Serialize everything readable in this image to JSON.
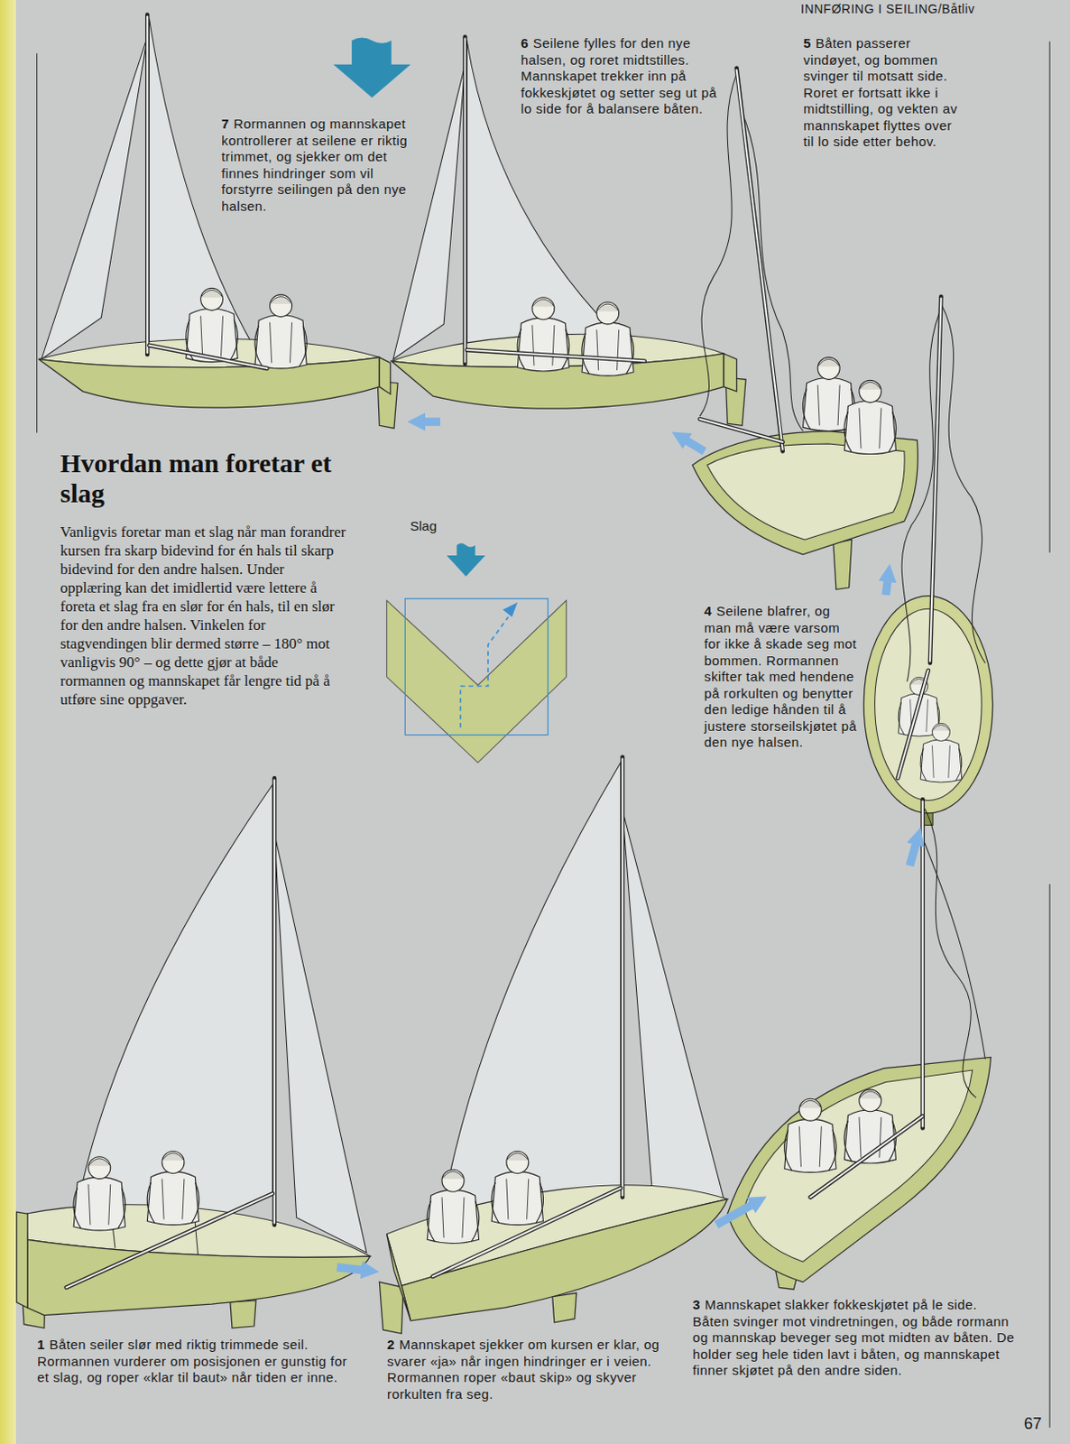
{
  "diagram": {
    "title": "Hvordan man foretar et slag",
    "labels": [
      "INNFØRING I SEILING/Båtliv",
      "7",
      "Rormannen og mannskapet kontrollerer at seilene er riktig trimmet, og sjekker om det finnes hindringer som vil forstyrre seilingen på den nye halsen.",
      "6",
      "Seilene fylles for den nye halsen, og roret midtstilles. Mannskapet trekker inn på fokkeskjøtet og setter seg ut på lo side for å balansere båten.",
      "5",
      "Båten passerer vindøyet, og bommen svinger til motsatt side. Roret er fortsatt ikke i midtstilling, og vekten av mannskapet flyttes over til lo side etter behov.",
      "Vanligvis foretar man et slag når man forandrer kursen fra skarp bidevind for én hals til skarp bidevind for den andre halsen. Under opplæring kan det imidlertid være lettere å foreta et slag fra en slør for én hals, til en slør for den andre halsen. Vinkelen for stagvendingen blir dermed større – 180° mot vanligvis 90° – og dette gjør at både rormannen og mannskapet får lengre tid på å utføre sine oppgaver.",
      "Slag",
      "4",
      "Seilene blafrer, og man må være varsom for ikke å skade seg mot bommen. Rormannen skifter tak med hendene på rorkulten og benytter den ledige hånden til å justere storseilskjøtet på den nye halsen.",
      "1",
      "Båten seiler slør med riktig trimmede seil. Rormannen vurderer om posisjonen er gunstig for et slag, og roper «klar til baut» når tiden er inne.",
      "2",
      "Mannskapet sjekker om kursen er klar, og svarer «ja» når ingen hindringer er i veien. Rormannen roper «baut skip» og skyver rorkulten fra seg.",
      "3",
      "Mannskapet slakker fokkeskjøtet på le side. Båten svinger mot vindretningen, og både rormann og mannskap beveger seg mot midten av båten. De holder seg hele tiden lavt i båten, og mannskapet finner skjøtet på den andre siden.",
      "67"
    ]
  }
}
